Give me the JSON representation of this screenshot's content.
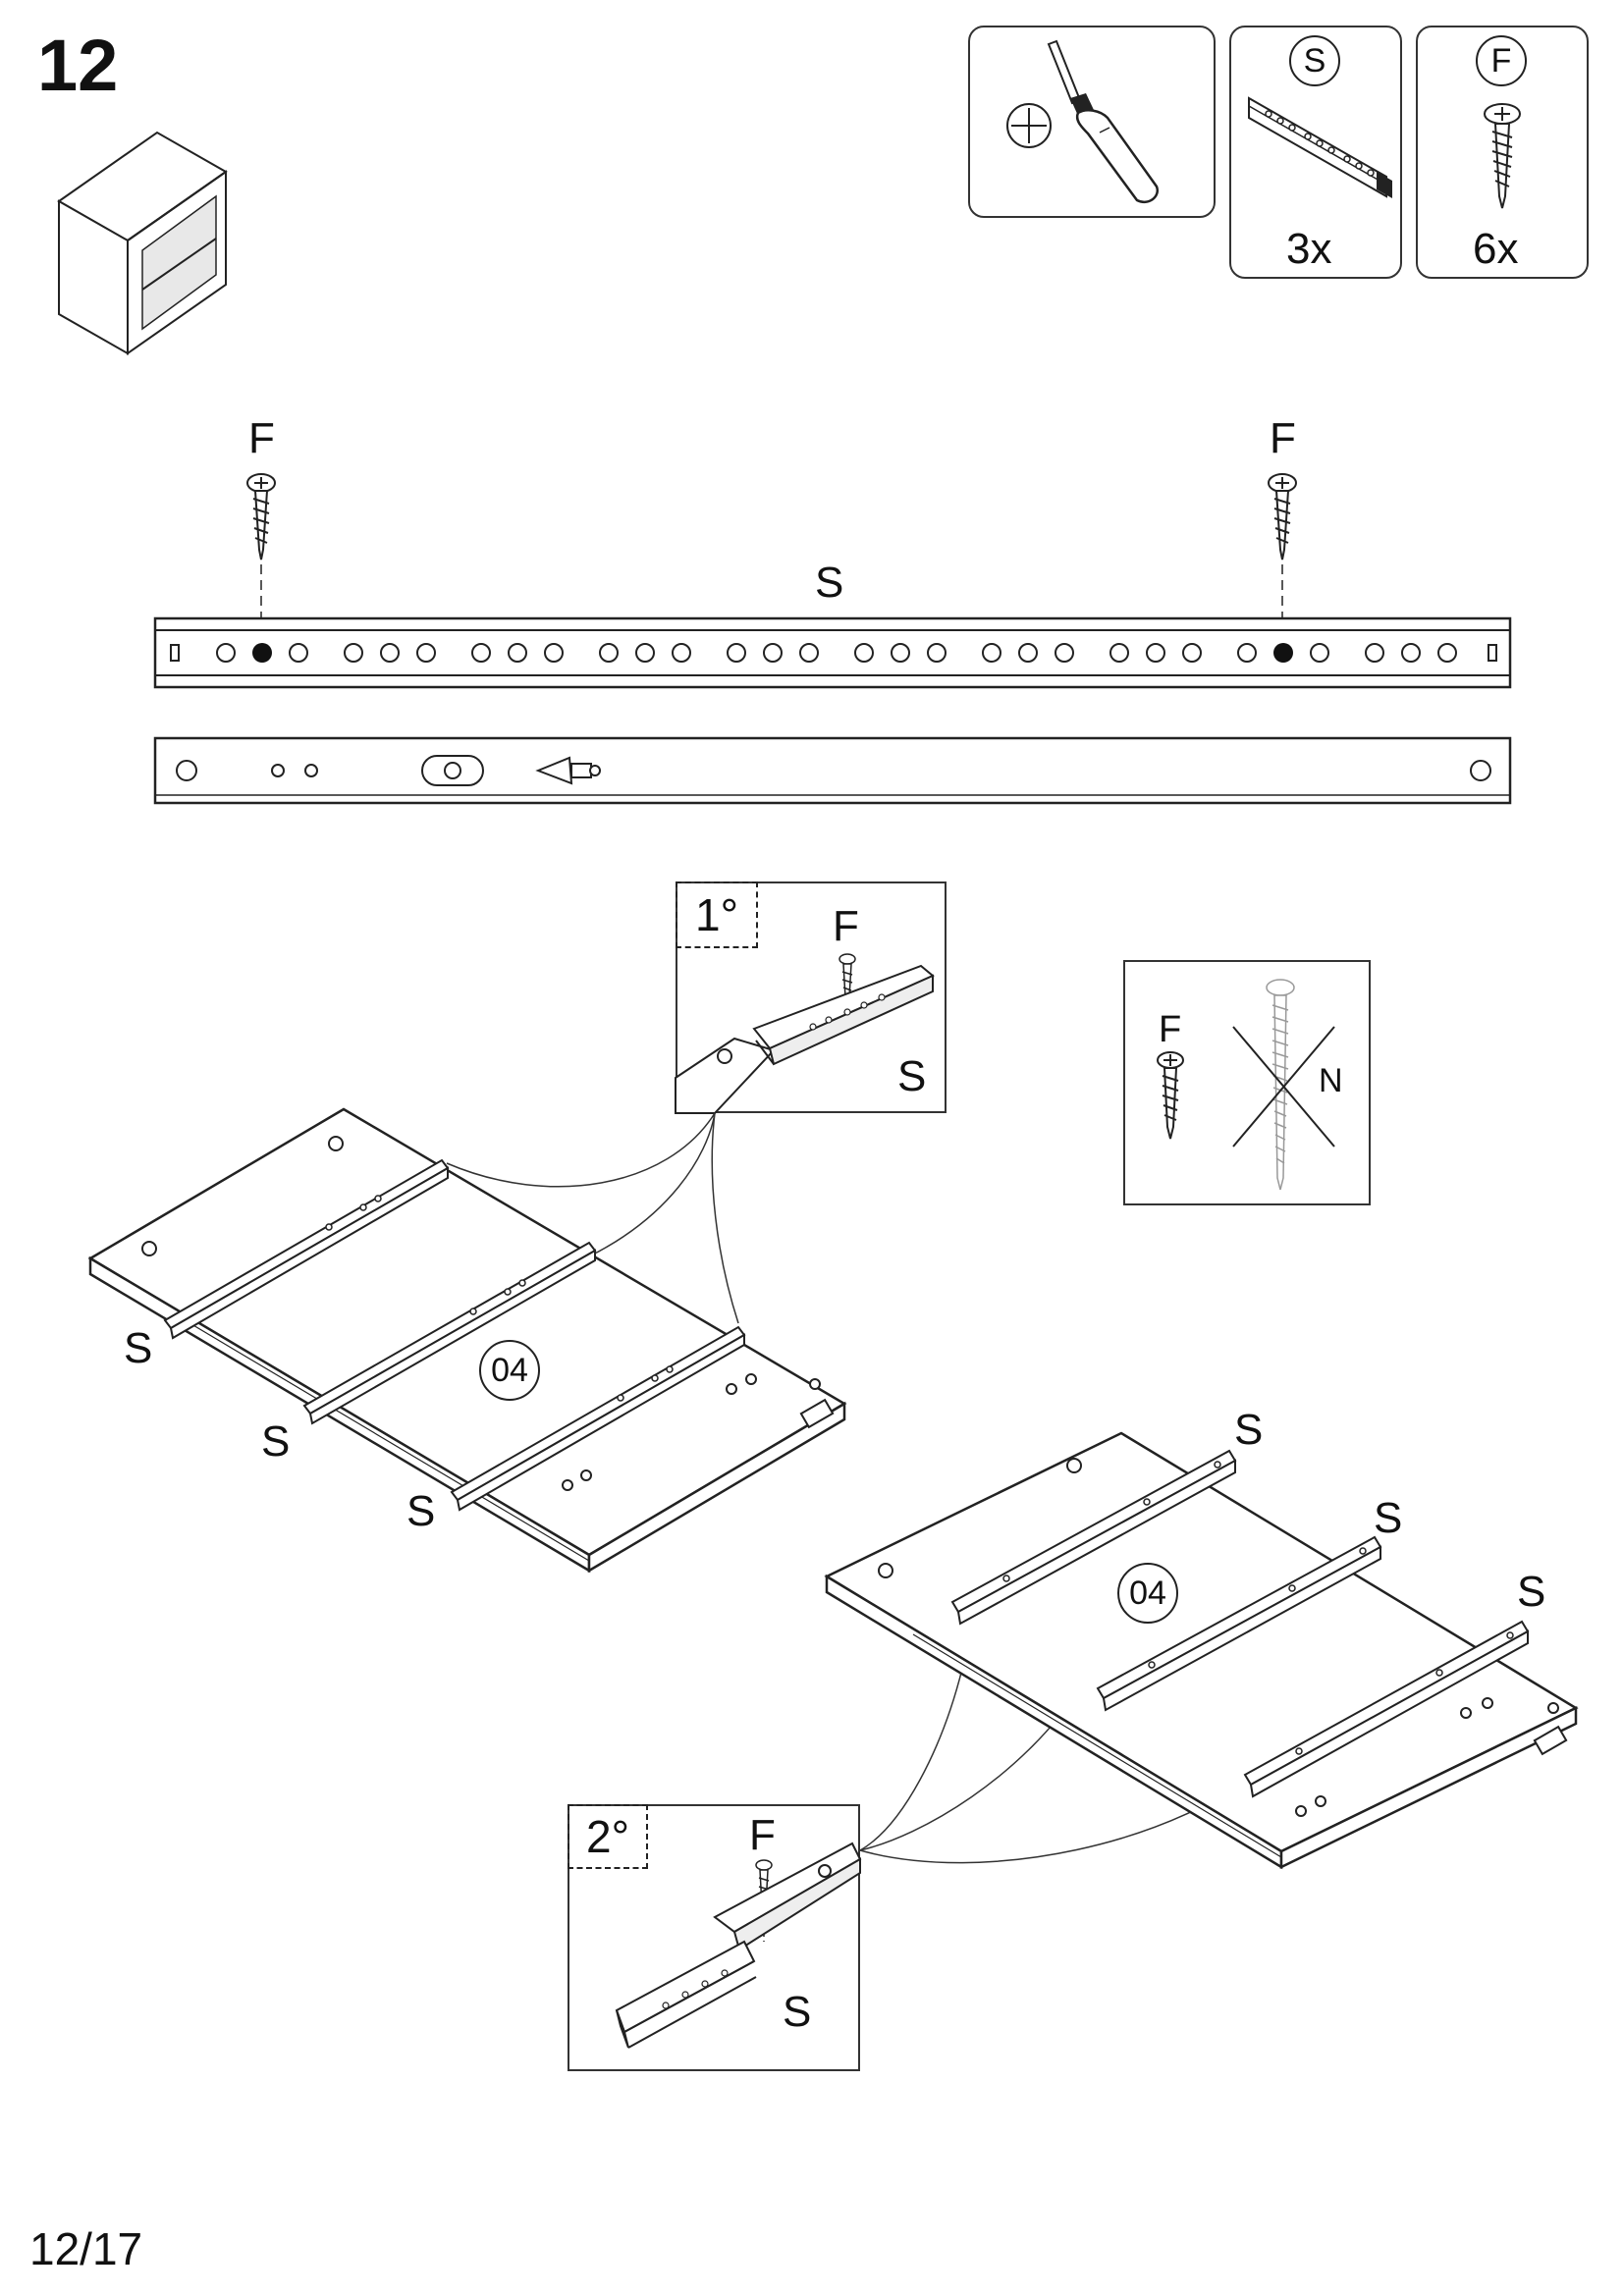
{
  "step": {
    "number": "12"
  },
  "page": {
    "number": "12/17"
  },
  "tools": {
    "screwdriver_icon": "phillips-screwdriver-icon",
    "parts": [
      {
        "id": "S",
        "quantity": "3x"
      },
      {
        "id": "F",
        "quantity": "6x"
      }
    ]
  },
  "detail": {
    "screw_label_left": "F",
    "screw_label_right": "F",
    "rail_label": "S"
  },
  "inset_1": {
    "step_tag": "1°",
    "screw_label": "F",
    "rail_label": "S"
  },
  "inset_2": {
    "step_tag": "2°",
    "screw_label": "F",
    "rail_label": "S"
  },
  "warning": {
    "correct_label": "F",
    "wrong_label": "N"
  },
  "panel_left": {
    "part_number": "04",
    "rail_labels": [
      "S",
      "S",
      "S"
    ]
  },
  "panel_right": {
    "part_number": "04",
    "rail_labels": [
      "S",
      "S",
      "S"
    ]
  }
}
